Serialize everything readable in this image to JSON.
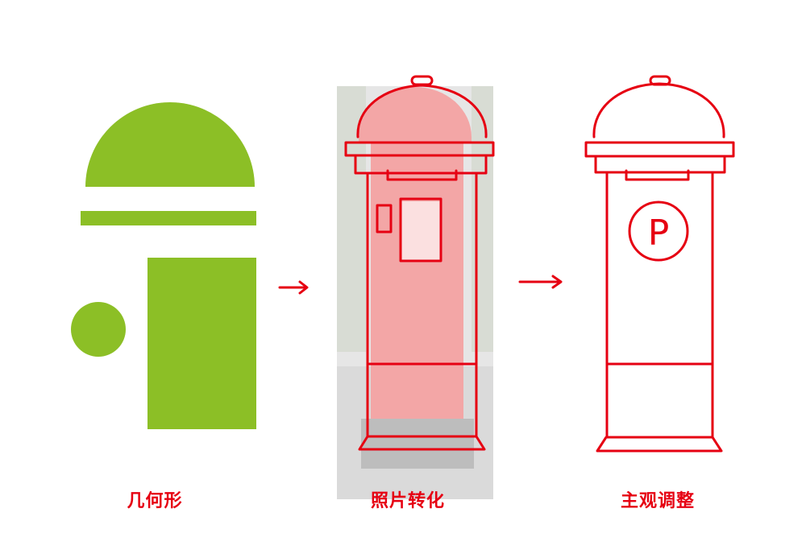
{
  "captions": {
    "geometric": "几何形",
    "photo": "照片转化",
    "adjusted": "主观调整"
  },
  "sketch_letter": "P",
  "colors": {
    "shape_green": "#8cbf26",
    "line_red": "#e60012",
    "caption_red": "#e60012",
    "photo_overlay": "#e4e4e4"
  },
  "icons": [
    "arrow-right-icon",
    "arrow-right-icon"
  ]
}
